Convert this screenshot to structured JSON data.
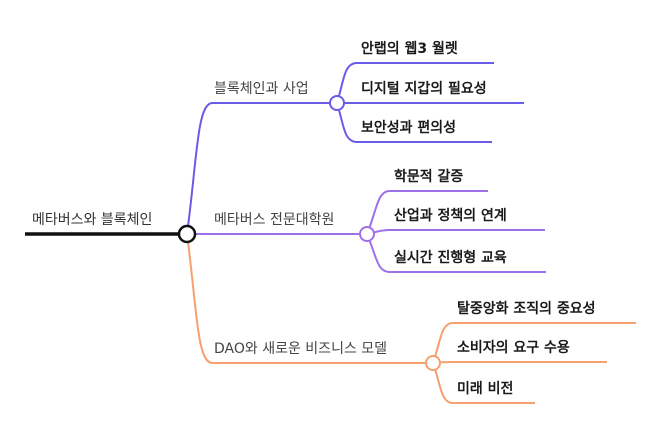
{
  "mindmap": {
    "root": {
      "label": "메타버스와 블록체인"
    },
    "branches": [
      {
        "label": "블록체인과 사업",
        "color": "#6a5ce8",
        "children": [
          "안랩의 웹3 월렛",
          "디지털 지갑의 필요성",
          "보안성과 편의성"
        ]
      },
      {
        "label": "메타버스 전문대학원",
        "color": "#a070e8",
        "children": [
          "학문적 갈증",
          "산업과 정책의 연계",
          "실시간 진행형 교육"
        ]
      },
      {
        "label": "DAO와 새로운 비즈니스 모델",
        "color": "#f5a06e",
        "children": [
          "탈중앙화 조직의 중요성",
          "소비자의 요구 수용",
          "미래 비전"
        ]
      }
    ]
  }
}
